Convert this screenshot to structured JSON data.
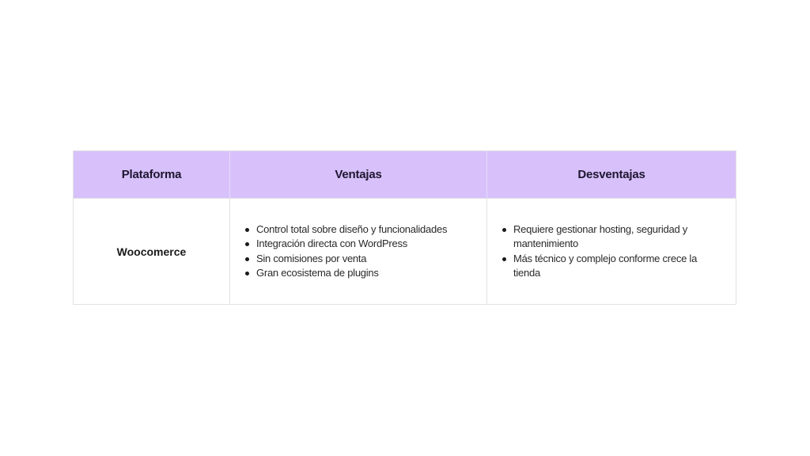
{
  "table": {
    "headers": [
      "Plataforma",
      "Ventajas",
      "Desventajas"
    ],
    "rows": [
      {
        "platform": "Woocomerce",
        "ventajas": [
          "Control total sobre diseño y funcionalidades",
          "Integración directa con WordPress",
          "Sin comisiones por venta",
          "Gran ecosistema de plugins"
        ],
        "desventajas": [
          "Requiere gestionar hosting, seguridad y mantenimiento",
          "Más técnico y complejo conforme crece la tienda"
        ]
      }
    ]
  },
  "colors": {
    "header_bg": "#d8c1fb",
    "border": "#e2e2e2",
    "background": "#ffffff"
  }
}
